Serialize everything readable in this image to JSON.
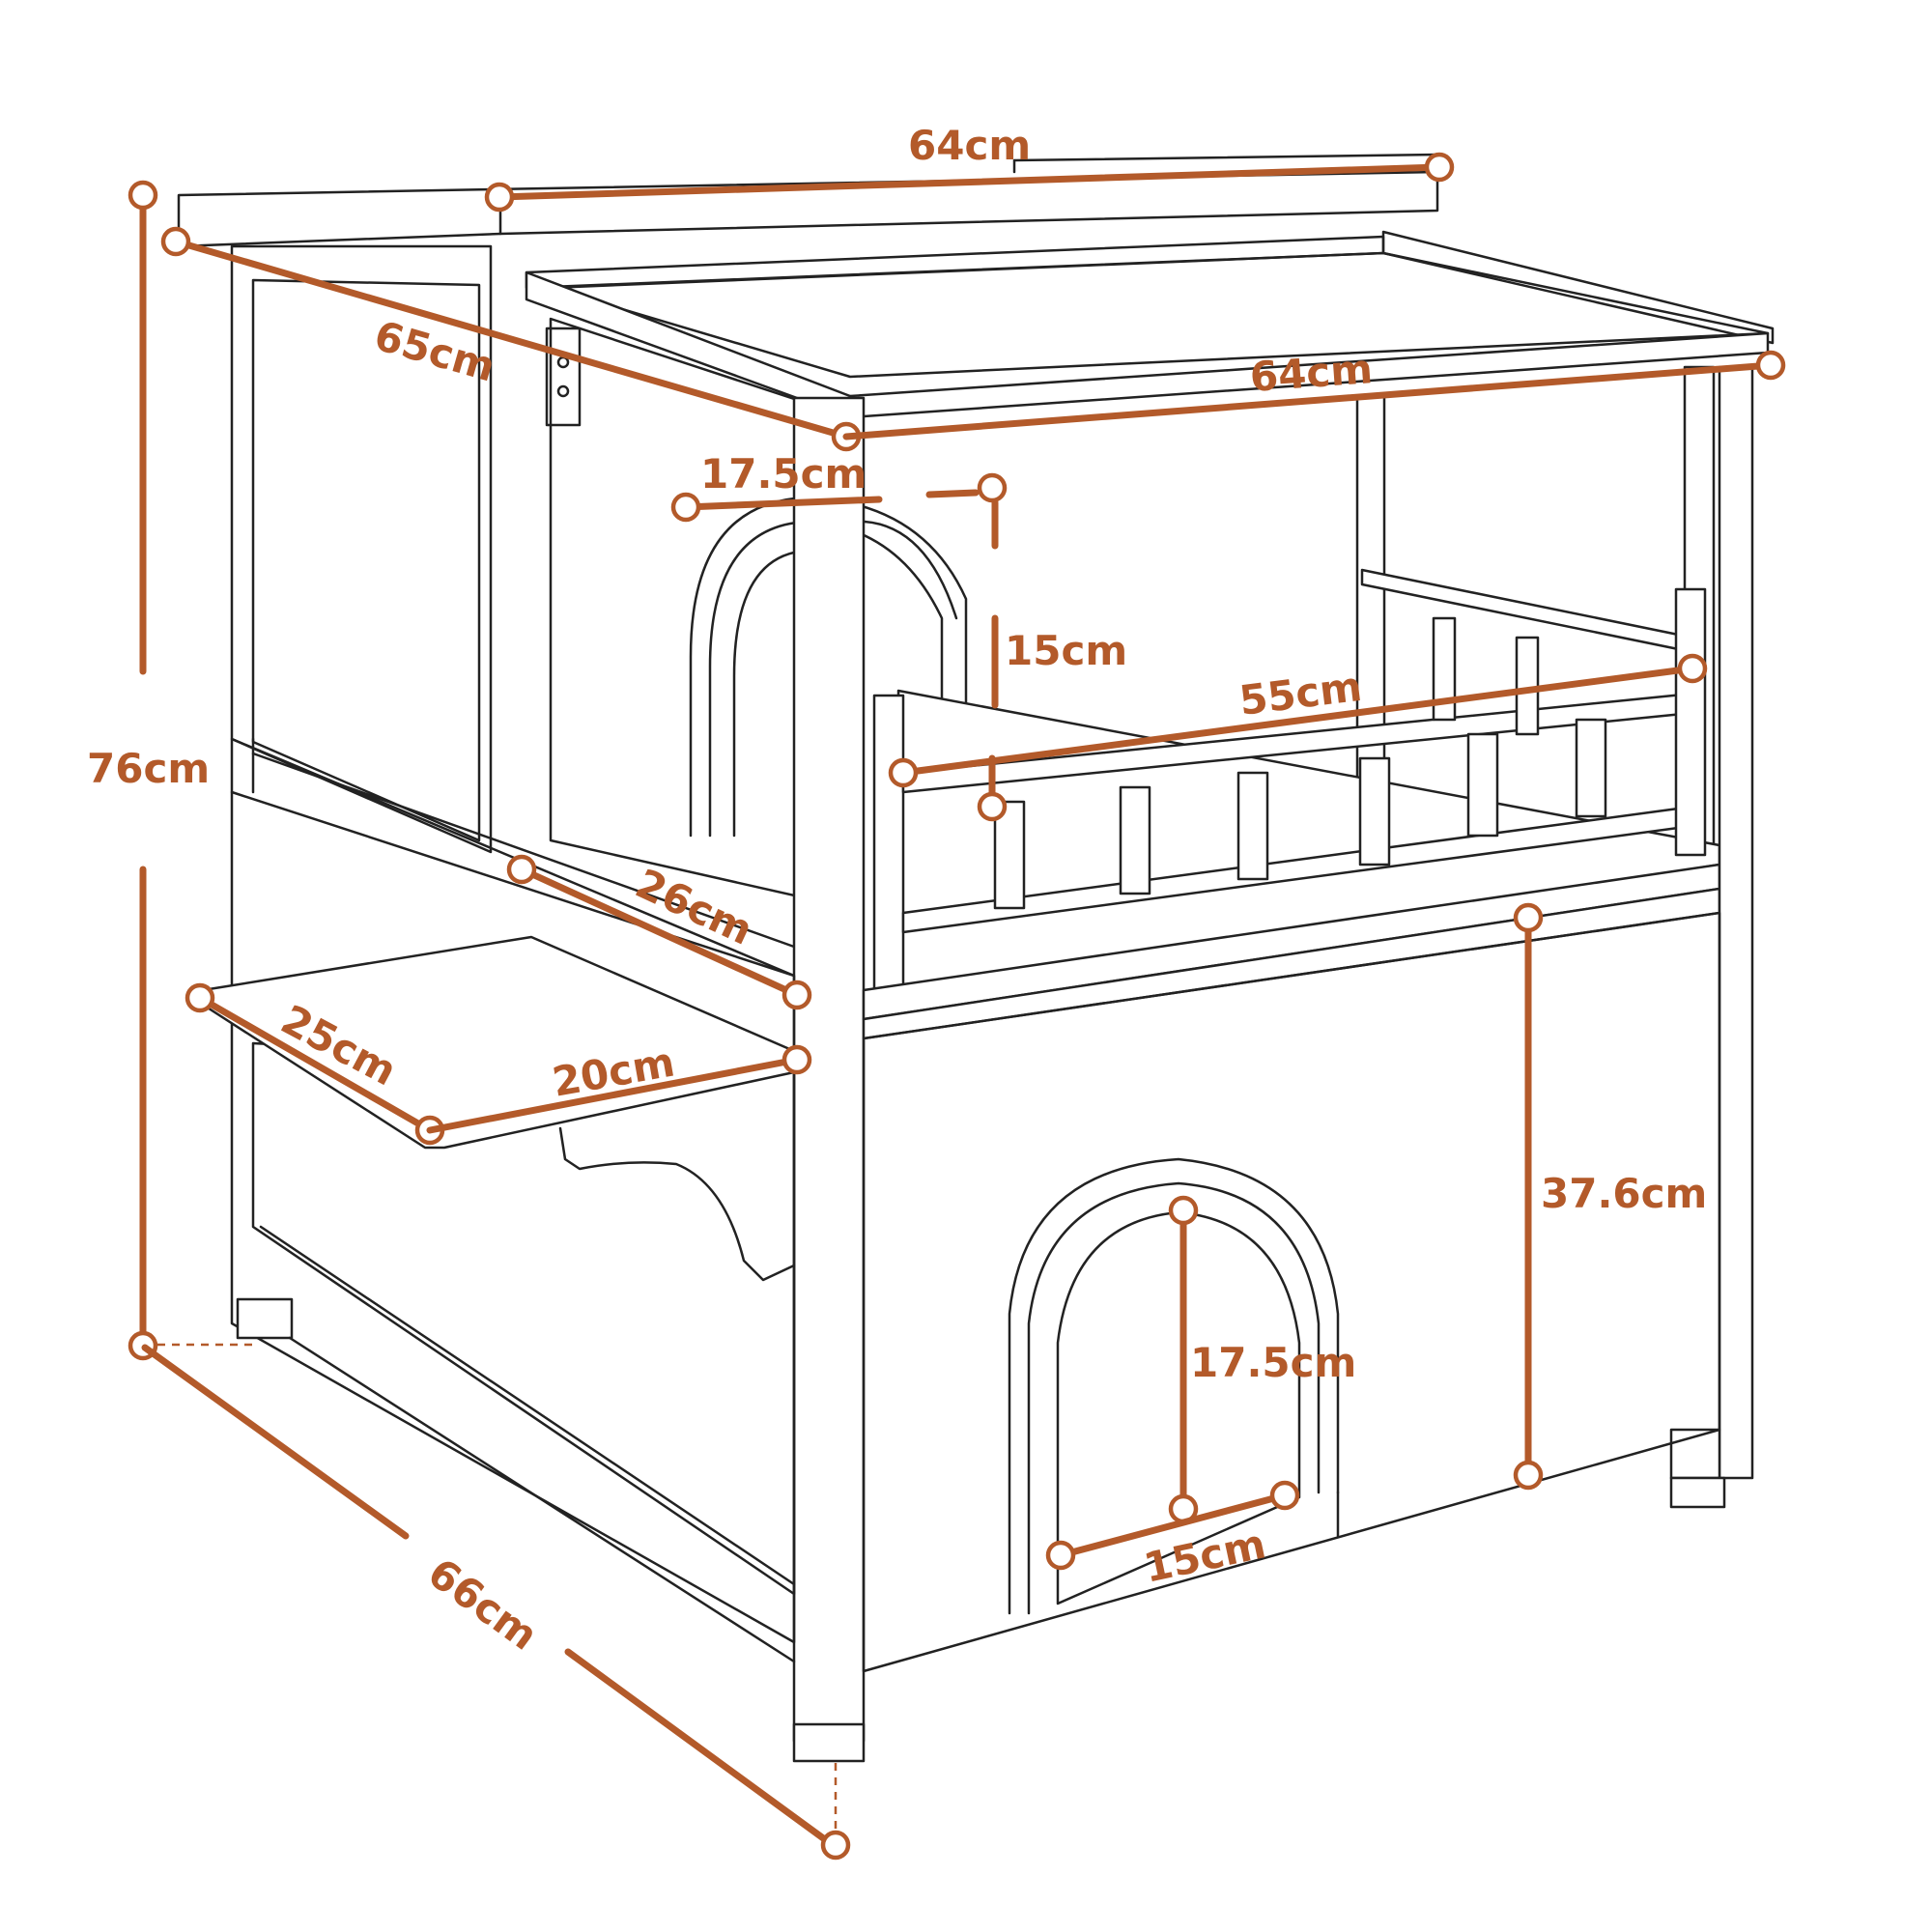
{
  "accent_color": "#B35A2A",
  "line_color": "#222222",
  "labels": {
    "top_width": "64cm",
    "roof_depth": "65cm",
    "front_width": "64cm",
    "upper_door_width": "17.5cm",
    "upper_door_height": "15cm",
    "balcony_width": "55cm",
    "overall_height": "76cm",
    "deck_depth": "26cm",
    "step_depth": "25cm",
    "step_width": "20cm",
    "lower_height": "37.6cm",
    "lower_door_height": "17.5cm",
    "lower_door_width": "15cm",
    "base_depth": "66cm"
  }
}
